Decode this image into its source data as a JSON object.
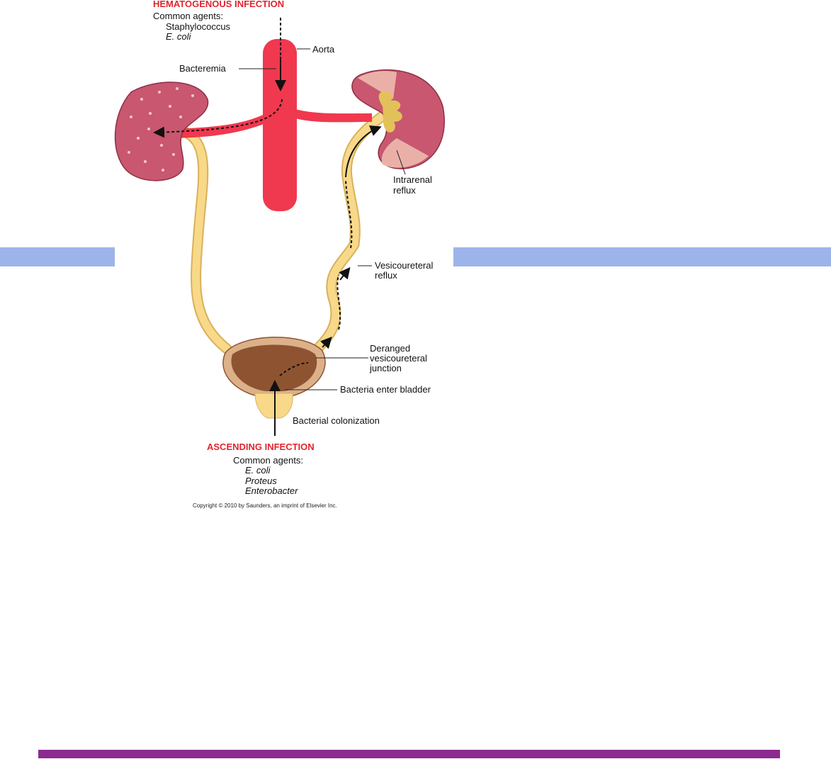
{
  "hematogenous": {
    "title": "HEMATOGENOUS INFECTION",
    "agents_heading": "Common agents:",
    "agents": [
      "Staphylococcus",
      "E. coli"
    ]
  },
  "labels": {
    "aorta": "Aorta",
    "bacteremia": "Bacteremia",
    "intrarenal_line1": "Intrarenal",
    "intrarenal_line2": "reflux",
    "vesicoureteral_line1": "Vesicoureteral",
    "vesicoureteral_line2": "reflux",
    "deranged_line1": "Deranged",
    "deranged_line2": "vesicoureteral",
    "deranged_line3": "junction",
    "bacteria_enter": "Bacteria enter bladder",
    "colonization": "Bacterial colonization"
  },
  "ascending": {
    "title": "ASCENDING INFECTION",
    "agents_heading": "Common agents:",
    "agents": [
      "E. coli",
      "Proteus",
      "Enterobacter"
    ]
  },
  "copyright": "Copyright © 2010 by Saunders, an imprint of Elsevier Inc.",
  "colors": {
    "aorta": "#f0384f",
    "kidney": "#c8576f",
    "kidney_light": "#eab0a8",
    "ureter": "#f8d98a",
    "ureter_outline": "#d8b15a",
    "bladder_outer": "#dcb18a",
    "bladder_inner": "#8e5431",
    "band": "#9db4ea",
    "footer_rule": "#8c2a8f",
    "heading_red": "#e0252e"
  }
}
